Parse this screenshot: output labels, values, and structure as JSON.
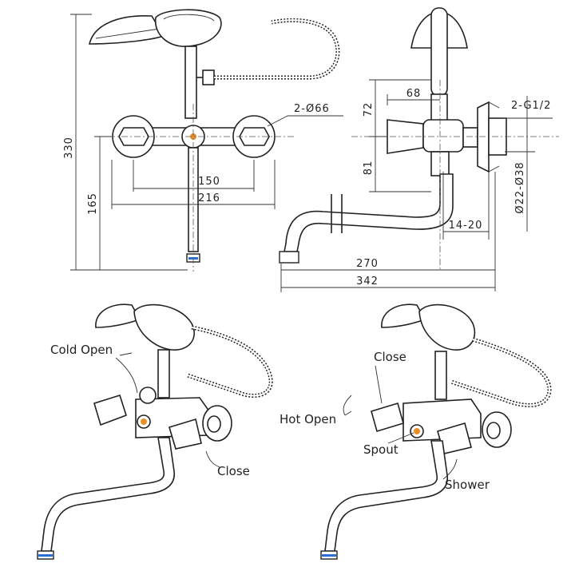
{
  "dimensions": {
    "height_total": "330",
    "height_lower": "165",
    "hole_dia": "2-Ø66",
    "inlet_spacing": "150",
    "width_total": "216",
    "vertical_72": "72",
    "vertical_81": "81",
    "depth_68": "68",
    "thread": "2-G1/2",
    "flange_dia": "Ø22-Ø38",
    "wall_range": "14-20",
    "spout_reach": "270",
    "overall_reach": "342"
  },
  "labels": {
    "cold_open": "Cold  Open",
    "close_left": "Close",
    "close_right": "Close",
    "hot_open": "Hot  Open",
    "spout": "Spout",
    "shower": "Shower"
  },
  "colors": {
    "line": "#222222",
    "handle_accent": "#e8902a",
    "aerator_accent": "#2a6fd6"
  }
}
